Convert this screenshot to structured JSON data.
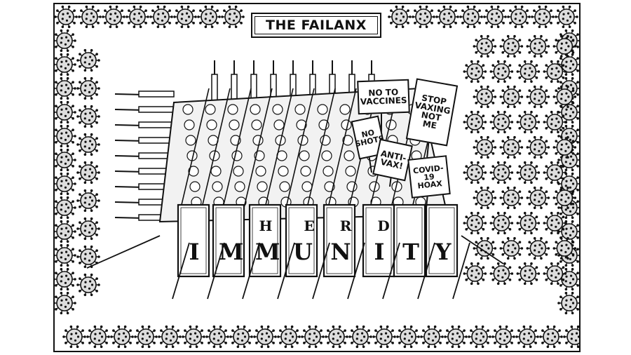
{
  "cartoon": {
    "title": "THE FAILANX",
    "signs": [
      {
        "text": "NO TO\nVACCINES"
      },
      {
        "text": "STOP\nVAXING\nNOT\nME"
      },
      {
        "text": "NO\nSHOTS"
      },
      {
        "text": "ANTI-\nVAX!"
      },
      {
        "text": "COVID-\n19\nHOAX"
      }
    ],
    "shield_top_letters": [
      "H",
      "E",
      "R",
      "D"
    ],
    "shield_bottom_letters": [
      "I",
      "M",
      "M",
      "U",
      "N",
      "I",
      "T",
      "Y"
    ]
  }
}
